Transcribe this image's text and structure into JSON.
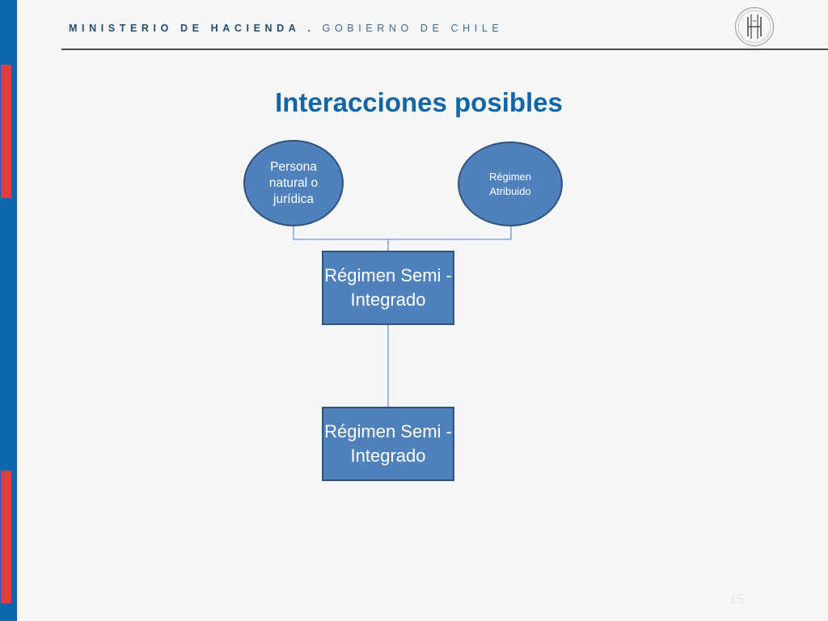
{
  "header": {
    "ministry": "MINISTERIO DE HACIENDA",
    "separator": ".",
    "government": "GOBIERNO DE CHILE"
  },
  "slide": {
    "title": "Interacciones posibles",
    "page_number": "15"
  },
  "diagram": {
    "top_nodes": [
      {
        "label": "Persona natural o jurídica",
        "shape": "ellipse"
      },
      {
        "label": "Régimen Atribuido",
        "shape": "ellipse"
      }
    ],
    "middle_node": {
      "label": "Régimen Semi - Integrado",
      "shape": "rectangle"
    },
    "bottom_node": {
      "label": "Régimen Semi - Integrado",
      "shape": "rectangle"
    }
  },
  "colors": {
    "brand_blue": "#0e66b0",
    "accent_red": "#e63946",
    "node_fill": "#4f81bd",
    "node_border": "#32527a",
    "connector": "#6a9bd1"
  },
  "icons": {
    "logo": "ministerio-hacienda-logo-icon"
  }
}
